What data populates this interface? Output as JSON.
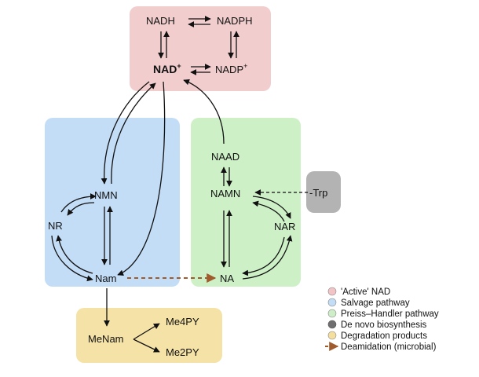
{
  "nodes": {
    "nadh": "NADH",
    "nadph": "NADPH",
    "nad": "NAD",
    "nad_sup": "+",
    "nadp": "NADP",
    "nadp_sup": "+",
    "nmn": "NMN",
    "nr": "NR",
    "nam": "Nam",
    "naad": "NAAD",
    "namn": "NAMN",
    "nar": "NAR",
    "na": "NA",
    "trp": "Trp",
    "menam": "MeNam",
    "me4py": "Me4PY",
    "me2py": "Me2PY"
  },
  "legend": [
    {
      "label": "'Active' NAD",
      "color": "#f2c4c6"
    },
    {
      "label": "Salvage pathway",
      "color": "#c3ddf7"
    },
    {
      "label": "Preiss–Handler pathway",
      "color": "#cdeec6"
    },
    {
      "label": "De novo biosynthesis",
      "color": "#6f6f6f"
    },
    {
      "label": "Degradation products",
      "color": "#f4df9d"
    },
    {
      "label": "Deamidation (microbial)",
      "color": "#a05a2c"
    }
  ],
  "colors": {
    "active_nad_box": "#f2cdcd",
    "salvage_box": "#c3ddf7",
    "preiss_handler_box": "#cdf0c7",
    "de_novo_box": "#b3b3b3",
    "degradation_box": "#f5e2a6",
    "deamidation_arrow": "#a05a2c"
  }
}
